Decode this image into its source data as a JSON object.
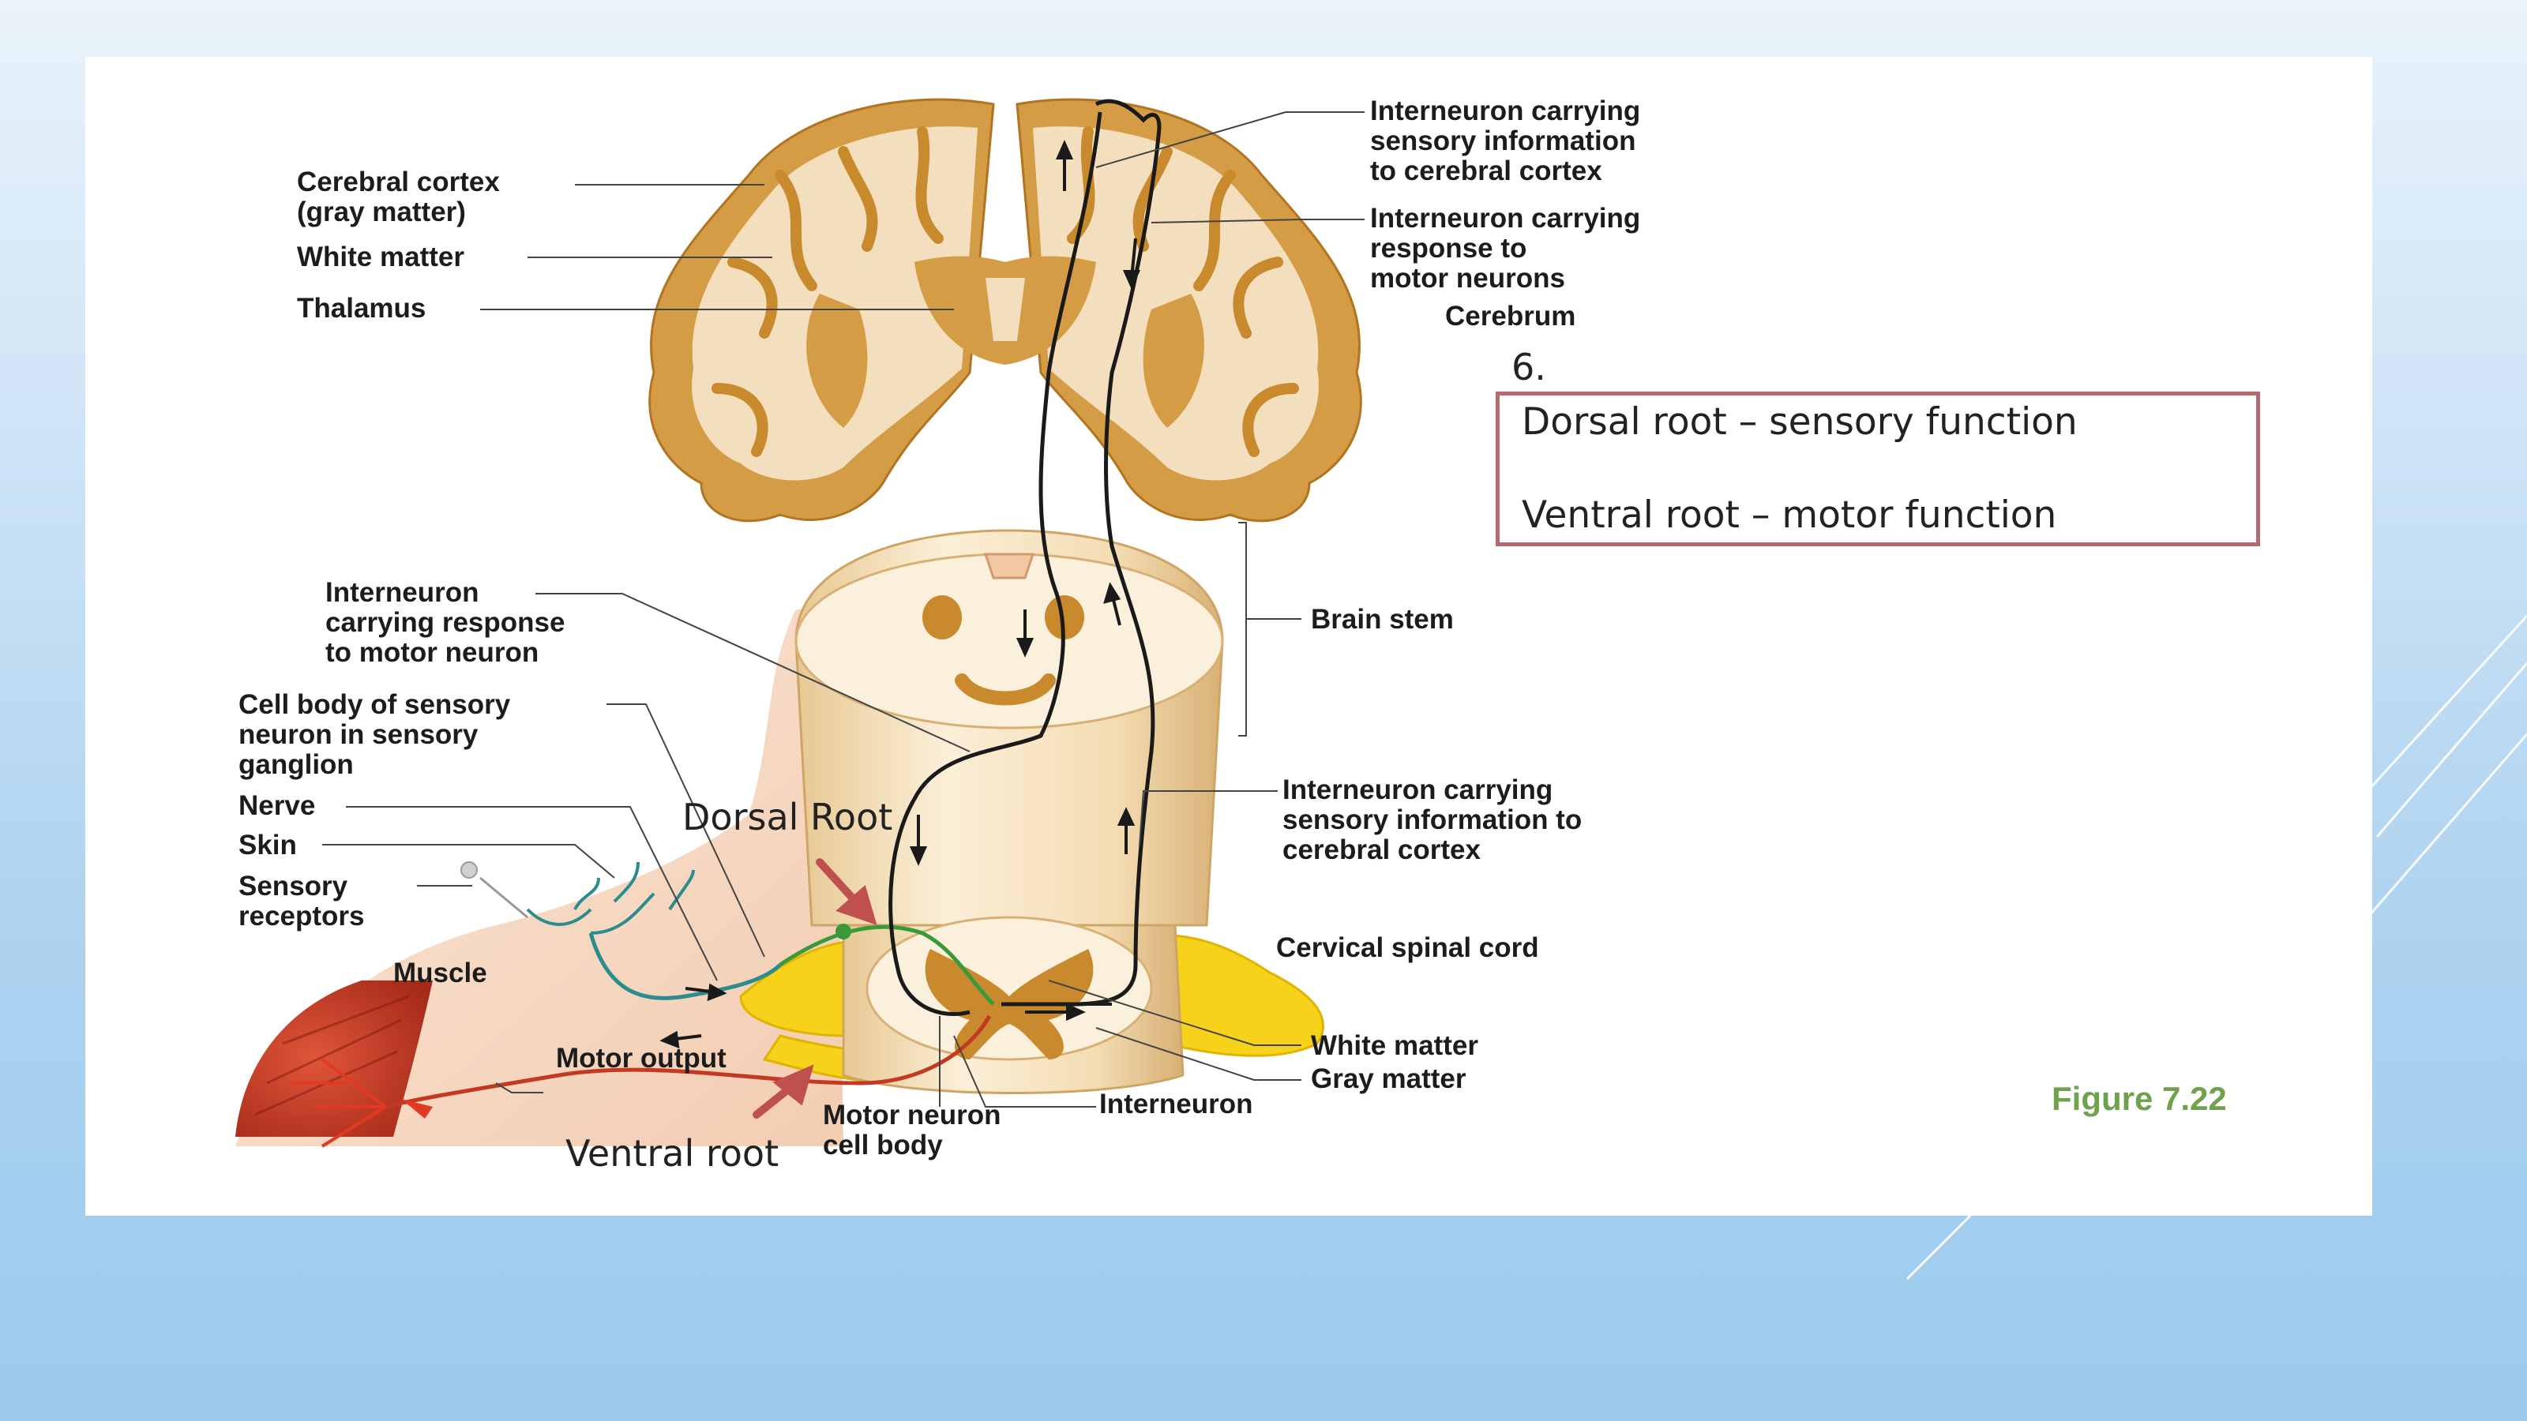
{
  "colors": {
    "brain_tan": "#e9c58f",
    "brain_gray_matter": "#c98a2e",
    "spinal_cord": "#f1dcb5",
    "nerve_yellow": "#f7d21a",
    "muscle_red": "#c23a22",
    "sensory_teal": "#2a8c8c",
    "box_border": "#b46a6e",
    "figure_label_green": "#6fa24c",
    "annotation_arrow": "#c0504d"
  },
  "labels": {
    "cerebral_cortex": "Cerebral cortex\n(gray matter)",
    "white_matter_top": "White matter",
    "thalamus": "Thalamus",
    "interneuron_sensory_top": "Interneuron carrying\nsensory information\nto cerebral cortex",
    "interneuron_response_top": "Interneuron carrying\nresponse to\nmotor neurons",
    "cerebrum": "Cerebrum",
    "brain_stem": "Brain stem",
    "interneuron_response_left": "Interneuron\ncarrying response\nto motor neuron",
    "cell_body_sensory": "Cell body of sensory\nneuron in sensory\nganglion",
    "nerve": "Nerve",
    "skin": "Skin",
    "sensory_receptors": "Sensory\nreceptors",
    "muscle": "Muscle",
    "motor_output": "Motor output",
    "interneuron_sensory_right": "Interneuron carrying\nsensory information to\ncerebral cortex",
    "cervical_spinal_cord": "Cervical spinal cord",
    "white_matter_bottom": "White matter",
    "gray_matter": "Gray matter",
    "interneuron": "Interneuron",
    "motor_neuron_cell_body": "Motor neuron\ncell body"
  },
  "annotations": {
    "dorsal_root": "Dorsal Root",
    "ventral_root": "Ventral root",
    "number": "6.",
    "box_line_1": "Dorsal root – sensory function",
    "box_line_2": "Ventral root – motor function"
  },
  "figure_label": "Figure 7.22"
}
